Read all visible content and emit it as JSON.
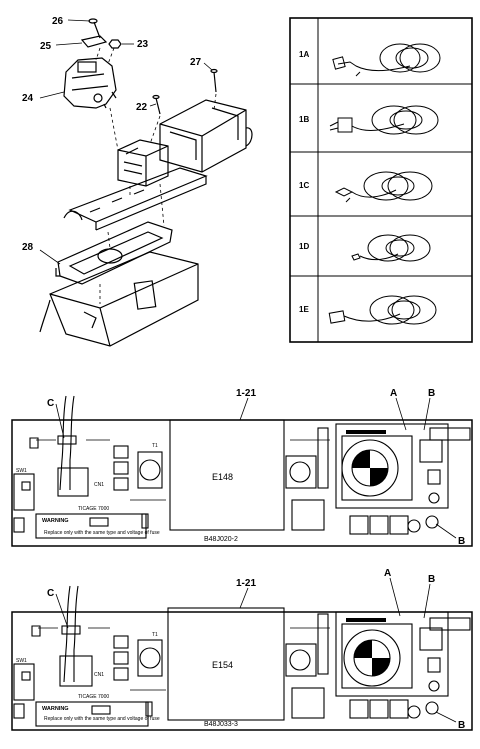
{
  "exploded_view": {
    "callouts": [
      "26",
      "25",
      "23",
      "24",
      "22",
      "27",
      "28"
    ]
  },
  "cord_variants": {
    "labels": [
      "1A",
      "1B",
      "1C",
      "1D",
      "1E"
    ]
  },
  "boards": [
    {
      "assembly_ref": "1-21",
      "module_label": "E148",
      "part_number": "B48J020-2",
      "pointer_labels": [
        "C",
        "A",
        "B",
        "B"
      ],
      "switch_label": "SW1",
      "warning": "WARNING"
    },
    {
      "assembly_ref": "1-21",
      "module_label": "E154",
      "part_number": "B48J033-3",
      "pointer_labels": [
        "C",
        "A",
        "B",
        "B"
      ],
      "switch_label": "SW1",
      "warning": "WARNING"
    }
  ]
}
